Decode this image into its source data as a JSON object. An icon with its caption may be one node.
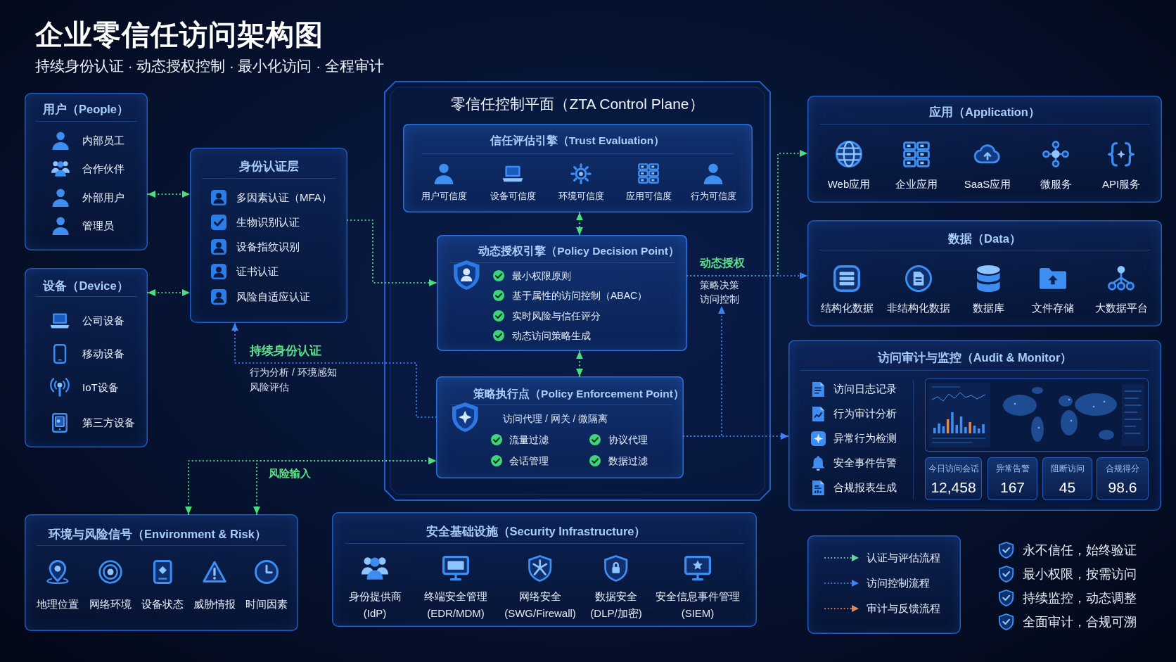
{
  "diagram": {
    "title": "企业零信任访问架构图",
    "nodes": [
      {
        "text": [
          "用户（People）",
          "内部员工",
          "合作伙伴",
          "外部用户",
          "管理员"
        ]
      },
      {
        "text": [
          "设备（Device）",
          "公司设备",
          "移动设备",
          "IoT设备",
          "第三方设备"
        ]
      },
      {
        "text": [
          "身份认证层",
          "多因素认证（MFA）",
          "生物识别认证",
          "设备指纹识别",
          "证书认证",
          "风险自适应认证"
        ]
      },
      {
        "text": [
          "零信任控制平面（ZTA Control Plane）"
        ]
      },
      {
        "text": [
          "信任评估引擎（Trust Evaluation）",
          "用户可信度",
          "设备可信度",
          "环境可信度",
          "应用可信度",
          "行为可信度"
        ],
        "in": 3
      },
      {
        "text": [
          "动态授权引擎（Policy Decision Point）",
          "最小权限原则",
          "基于属性的访问控制（ABAC）",
          "实时风险与信任评分",
          "动态访问策略生成"
        ],
        "in": 3
      },
      {
        "text": [
          "策略决策访问控制"
        ],
        "in": 3
      },
      {
        "text": [
          "策略执行点（Policy Enforcement Point）",
          "访问代理 / 网关 / 微隔离",
          "流量过滤",
          "协议代理",
          "会话管理",
          "数据过滤"
        ],
        "in": 3
      },
      {
        "text": [
          "应用（Application）",
          "Web应用",
          "企业应用",
          "SaaS应用",
          "微服务",
          "API服务"
        ]
      },
      {
        "text": [
          "数据（Data）",
          "结构化数据",
          "非结构化数据",
          "数据库",
          "文件存储",
          "大数据平台"
        ]
      },
      {
        "text": [
          "访问审计与监控（Audit & Monitor）",
          "访问日志记录",
          "行为审计分析",
          "异常行为检测",
          "安全事件告警",
          "合规报表生成"
        ]
      },
      {
        "text": [
          "今日访问会话",
          "12,458"
        ],
        "in": 10
      },
      {
        "text": [
          "异常告警",
          "167"
        ],
        "in": 10
      },
      {
        "text": [
          "阻断访问",
          "45"
        ],
        "in": 10
      },
      {
        "text": [
          "合规得分",
          "98.6"
        ],
        "in": 10
      },
      {
        "text": [
          "环境与风险信号（Environment & Risk）",
          "地理位置",
          "网络环境",
          "设备状态",
          "威胁情报",
          "时间因素"
        ]
      },
      {
        "text": [
          "安全基础设施（Security Infrastructure）",
          "身份提供商 (IdP)",
          "终端安全管理 (EDR/MDM)",
          "网络安全 (SWG/Firewall)",
          "数据安全 (DLP/加密)",
          "安全信息事件管理 (SIEM)"
        ]
      }
    ],
    "edges": [
      {
        "from": 0,
        "to": 2,
        "arrow": "both"
      },
      {
        "from": 1,
        "to": 2,
        "arrow": "both"
      },
      {
        "from": 2,
        "to": 5,
        "arrow": "to"
      },
      {
        "from": 4,
        "to": 5,
        "arrow": "both"
      },
      {
        "from": 5,
        "to": 7,
        "arrow": "both"
      },
      {
        "from": 5,
        "to": 8,
        "arrow": "to"
      },
      {
        "from": 5,
        "to": 9,
        "arrow": "to",
        "label": "动态授权",
        "color": "#3b82f6"
      },
      {
        "from": 7,
        "to": 10,
        "arrow": "to",
        "color": "#3b82f6"
      },
      {
        "from": 7,
        "to": 6,
        "arrow": "to",
        "color": "#3b82f6"
      },
      {
        "from": 7,
        "to": 2,
        "arrow": "to",
        "label": "持续身份认证",
        "color": "#3b82f6"
      },
      {
        "from": 15,
        "to": 7,
        "arrow": "both"
      },
      {
        "from": 15,
        "to": 7,
        "arrow": "both",
        "label": "风险输入"
      }
    ],
    "labels": [
      "持续身份认证 · 动态授权控制 · 最小化访问 · 全程审计",
      "行为分析 / 环境感知风险评估",
      "永不信任，始终验证",
      "最小权限，按需访问",
      "持续监控，动态调整",
      "全面审计，合规可溯"
    ],
    "legend": [
      {
        "text": "认证与评估流程"
      },
      {
        "text": "访问控制流程"
      },
      {
        "text": "审计与反馈流程"
      }
    ]
  }
}
